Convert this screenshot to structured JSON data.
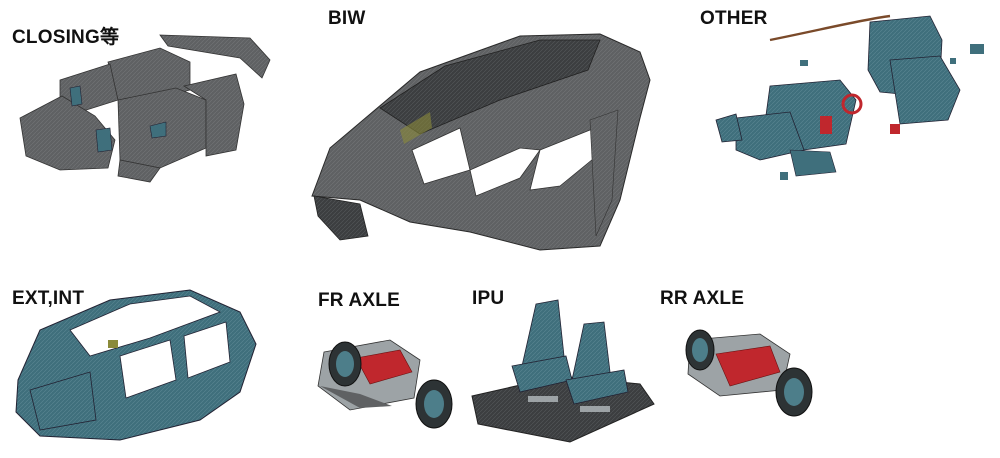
{
  "labels": {
    "closing": "CLOSING等",
    "biw": "BIW",
    "other": "OTHER",
    "ext_int": "EXT,INT",
    "fr_axle": "FR AXLE",
    "ipu": "IPU",
    "rr_axle": "RR AXLE"
  },
  "colors": {
    "body_gray": "#5f6163",
    "dark_gray": "#3a3c3e",
    "teal": "#3f6f7c",
    "teal_light": "#6c9aa6",
    "red": "#c0272d",
    "brown": "#7a4a2a",
    "gold_lines": "#8a8a3a"
  }
}
